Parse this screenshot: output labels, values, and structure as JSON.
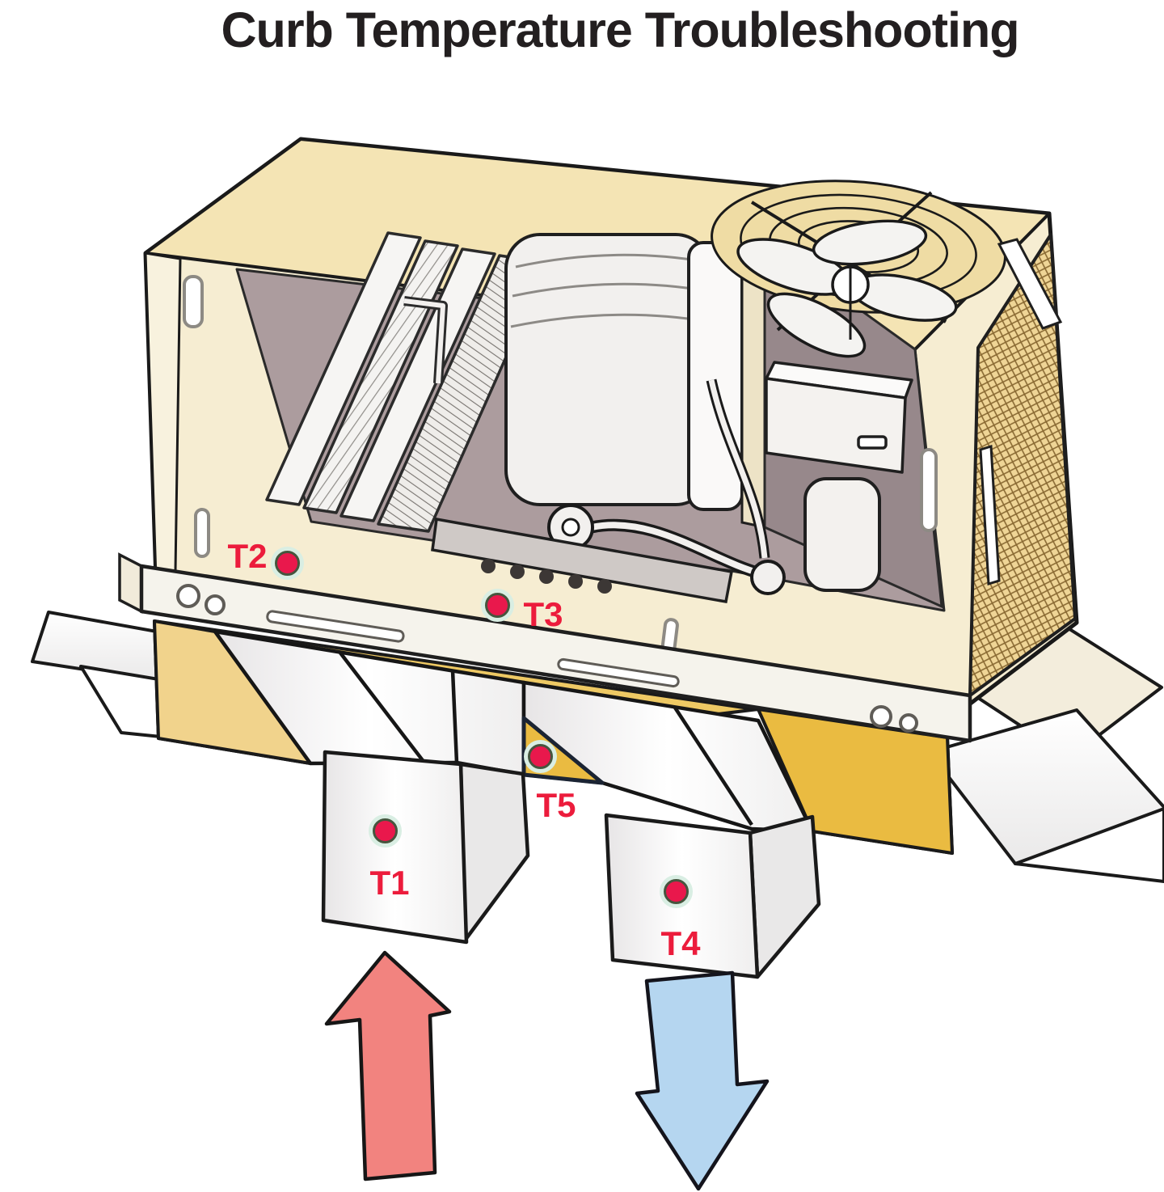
{
  "title": "Curb Temperature Troubleshooting",
  "figure": {
    "description": "Cutaway illustration of a packaged rooftop HVAC unit sitting on a roof curb, with return and supply ducts passing through the roof and five temperature measurement points",
    "unit_parts": [
      "cabinet",
      "filter-rack",
      "evaporator-coil",
      "blower",
      "condenser-fan",
      "condenser-coil",
      "control-box",
      "compressor",
      "base-rail",
      "roof-curb",
      "roof-flashing",
      "return-duct",
      "supply-duct"
    ],
    "sensors": [
      {
        "id": "T1",
        "label": "T1",
        "location": "return duct"
      },
      {
        "id": "T2",
        "label": "T2",
        "location": "unit cabinet left"
      },
      {
        "id": "T3",
        "label": "T3",
        "location": "unit base center"
      },
      {
        "id": "T4",
        "label": "T4",
        "location": "supply duct"
      },
      {
        "id": "T5",
        "label": "T5",
        "location": "curb triangle between ducts"
      }
    ],
    "arrows": [
      {
        "id": "return-air",
        "direction": "up",
        "color": "#F2837F"
      },
      {
        "id": "supply-air",
        "direction": "down",
        "color": "#B5D6F0"
      }
    ],
    "colors": {
      "title_color": "#231F20",
      "label_red": "#EC1C3C",
      "dot_red": "#E9184C",
      "dot_halo": "#D9EEE3",
      "cabinet_cream": "#F6EDD2",
      "cabinet_top": "#F4E4B4",
      "curb_gold_light": "#F1D38C",
      "curb_gold_dark": "#EABB41",
      "interior_mauve": "#AC9C9E",
      "grille_tan": "#EFDCA4",
      "outline_black": "#1A1A1A"
    }
  }
}
